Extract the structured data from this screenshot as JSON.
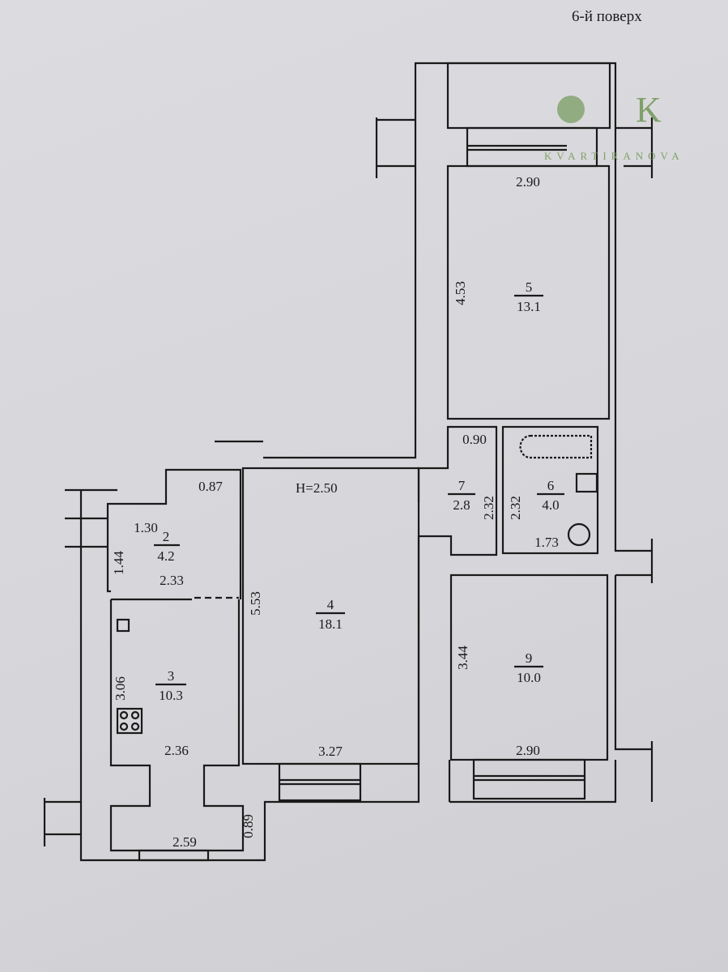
{
  "floor_label": "6-й поверх",
  "watermark": {
    "letter": "K",
    "brand": "KVARTIRANOVA",
    "color": "#7fa06a"
  },
  "ceiling_height": "H=2.50",
  "rooms": [
    {
      "number": "2",
      "area": "4.2"
    },
    {
      "number": "3",
      "area": "10.3"
    },
    {
      "number": "4",
      "area": "18.1"
    },
    {
      "number": "5",
      "area": "13.1"
    },
    {
      "number": "6",
      "area": "4.0"
    },
    {
      "number": "7",
      "area": "2.8"
    },
    {
      "number": "9",
      "area": "10.0"
    }
  ],
  "dimensions": {
    "r5_width": "2.90",
    "r5_length": "4.53",
    "r7_door": "0.90",
    "r7_len": "2.32",
    "r6_len": "2.32",
    "r6_width": "1.73",
    "r2_top": "0.87",
    "r2_a": "1.30",
    "r2_h": "1.44",
    "r2_w": "2.33",
    "r3_len": "3.06",
    "r3_w": "2.36",
    "r3_bottom": "2.59",
    "r3_side": "0.89",
    "r4_len": "5.53",
    "r4_w": "3.27",
    "r9_len": "3.44",
    "r9_w": "2.90"
  }
}
